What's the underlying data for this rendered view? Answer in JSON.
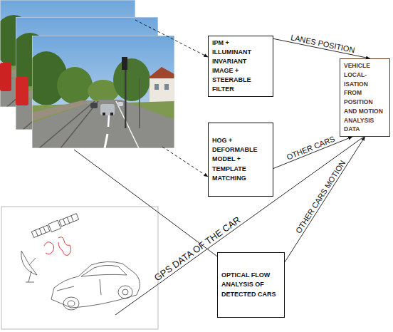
{
  "diagram": {
    "nodes": [
      {
        "text": [
          "IPM + ILLUMINANT INVARIANT IMAGE + STEERABLE FILTER"
        ]
      },
      {
        "text": [
          "VEHICLE LOCAL- ISATION FROM POSITION AND MOTION ANALYSIS DATA"
        ]
      },
      {
        "text": [
          "HOG + DEFORMABLE MODEL + TEMPLATE MATCHING"
        ]
      },
      {
        "text": [
          "OPTICAL FLOW ANALYSIS OF DETECTED CARS"
        ]
      }
    ],
    "edges": [
      {
        "from": 0,
        "to": 1,
        "arrow": "to",
        "label": "LANES POSITION"
      },
      {
        "from": 2,
        "to": 1,
        "arrow": "to",
        "label": "OTHER CARS"
      },
      {
        "from": 3,
        "to": 1,
        "arrow": "to",
        "label": "OTHER CARS MOTION"
      }
    ],
    "labels": [
      "GPS DATA OF THE CAR"
    ]
  }
}
